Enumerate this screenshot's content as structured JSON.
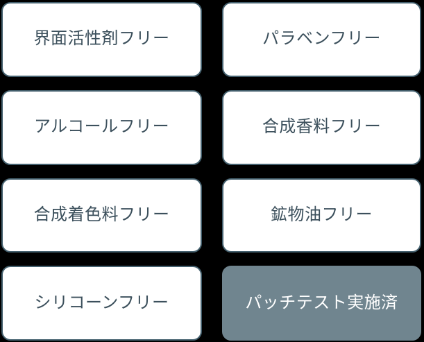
{
  "grid": {
    "columns": 2,
    "rows": 4,
    "background_color": "#000000",
    "outline_card": {
      "background_color": "#ffffff",
      "border_color": "#44606e",
      "text_color": "#3c505c"
    },
    "filled_card": {
      "background_color": "#70858f",
      "border_color": "#70858f",
      "text_color": "#ffffff"
    }
  },
  "badges": [
    {
      "label": "界面活性剤フリー",
      "variant": "outline"
    },
    {
      "label": "パラベンフリー",
      "variant": "outline"
    },
    {
      "label": "アルコールフリー",
      "variant": "outline"
    },
    {
      "label": "合成香料フリー",
      "variant": "outline"
    },
    {
      "label": "合成着色料フリー",
      "variant": "outline"
    },
    {
      "label": "鉱物油フリー",
      "variant": "outline"
    },
    {
      "label": "シリコーンフリー",
      "variant": "outline"
    },
    {
      "label": "パッチテスト実施済",
      "variant": "filled"
    }
  ]
}
